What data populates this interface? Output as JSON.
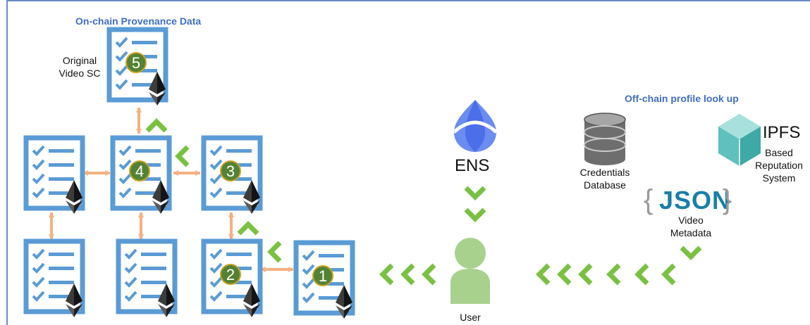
{
  "headings": {
    "onchain": "On-chain Provenance Data",
    "offchain": "Off-chain profile look up"
  },
  "labels": {
    "original_video": "Original\nVideo SC",
    "ens": "ENS",
    "credentials": "Credentials\nDatabase",
    "ipfs": "IPFS",
    "reputation": "Based\nReputation\nSystem",
    "json": "JSON",
    "json_open": "{",
    "json_close": "}",
    "video_metadata": "Video\nMetadata",
    "user": "User"
  },
  "contracts": [
    {
      "id": "sc5",
      "badge": "5"
    },
    {
      "id": "sc4",
      "badge": "4"
    },
    {
      "id": "sc3",
      "badge": "3"
    },
    {
      "id": "sc2",
      "badge": "2"
    },
    {
      "id": "sc1",
      "badge": "1"
    },
    {
      "id": "sc-left-top",
      "badge": ""
    },
    {
      "id": "sc-left-bottom",
      "badge": ""
    },
    {
      "id": "sc-mid-bottom",
      "badge": ""
    }
  ],
  "colors": {
    "frame": "#6a8cc4",
    "heading": "#3f6fc4",
    "doc_border": "#5b9bd5",
    "check": "#5b9bd5",
    "badge_fill": "#548235",
    "badge_stroke": "#c9a227",
    "chevron": "#7ac143",
    "arrow": "#f4b183",
    "user": "#a9d18e",
    "ipfs": "#5fc0bd",
    "json": "#1a7fa8"
  }
}
